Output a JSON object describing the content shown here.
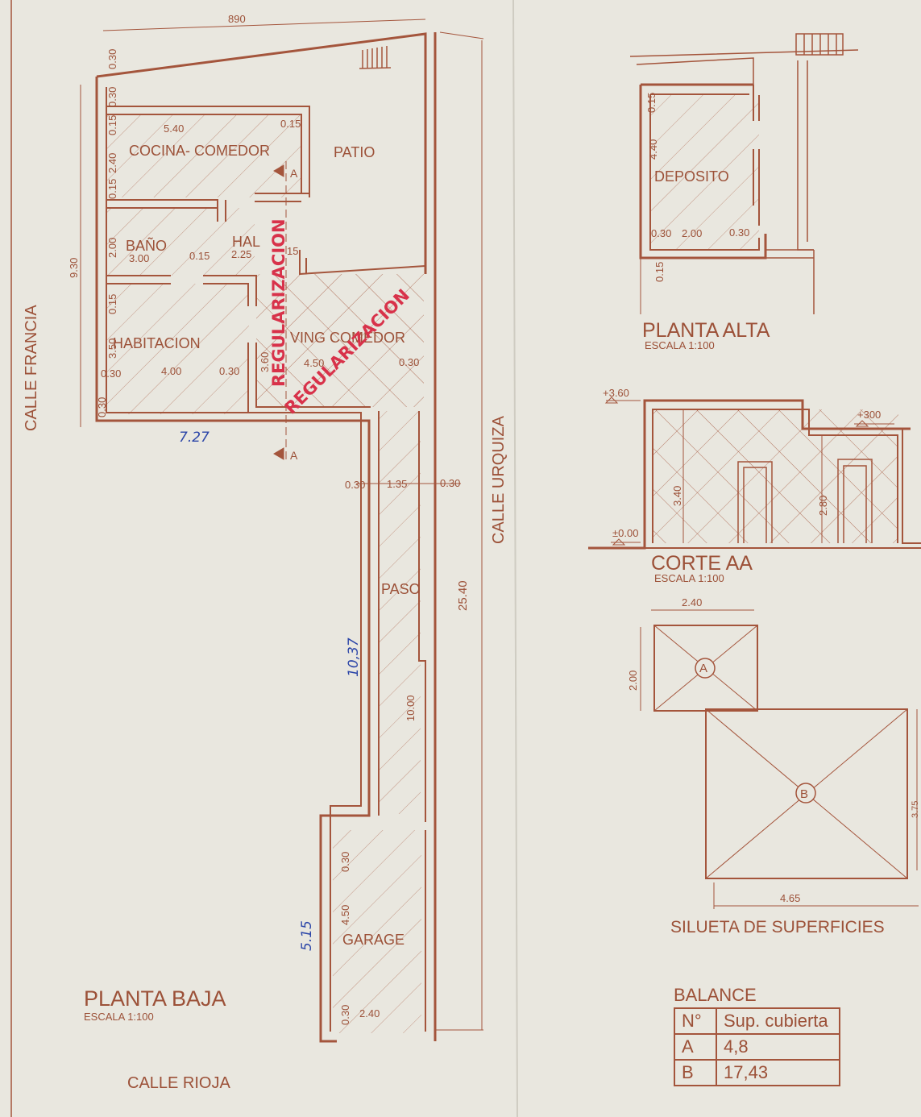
{
  "planta_baja": {
    "title": "PLANTA BAJA",
    "scale": "ESCALA 1:100",
    "rooms": {
      "cocina": "COCINA- COMEDOR",
      "patio": "PATIO",
      "bano": "BAÑO",
      "hall": "HAL",
      "habitacion": "HABITACION",
      "living": "VING COMEDOR",
      "paso": "PASO",
      "garage": "GARAGE"
    },
    "dims": {
      "top_width": "890",
      "d_030_a": "0.30",
      "d_030_b": "0.30",
      "d_015_a": "0.15",
      "d_240": "2.40",
      "d_015_b": "0.15",
      "d_540": "5.40",
      "d_015_c": "0.15",
      "d_200": "2.00",
      "d_300": "3.00",
      "d_015_d": "0.15",
      "d_225": "2.25",
      "d_015_e": "15",
      "d_015_f": "0.15",
      "d_350": "3.50",
      "d_030_c": "0.30",
      "d_400": "4.00",
      "d_030_d": "0.30",
      "d_030_e": "0.30",
      "d_360": "3.60",
      "d_450": "4.50",
      "d_030_f": "0.30",
      "left_total": "9.30",
      "paso_030_l": "0.30",
      "paso_135": "1.35",
      "paso_030_r": "0.30",
      "total_2540": "25.40",
      "paso_1000": "10.00",
      "garage_030": "0.30",
      "garage_450": "4.50",
      "garage_030_b": "0.30",
      "garage_240": "2.40"
    }
  },
  "streets": {
    "left": "CALLE FRANCIA",
    "right": "CALLE URQUIZA",
    "bottom": "CALLE RIOJA"
  },
  "stamps": {
    "vertical": "REGULARIZACION",
    "diagonal": "REGULARIZACION"
  },
  "handwritten": {
    "width_727": "7.27",
    "len_1037": "10,37",
    "len_515": "5.15"
  },
  "section_marks": {
    "a_top": "A",
    "a_bottom": "A"
  },
  "planta_alta": {
    "title": "PLANTA ALTA",
    "scale": "ESCALA 1:100",
    "room": "DEPOSITO",
    "dims": {
      "d_015_a": "0.15",
      "d_440": "4.40",
      "d_030_a": "0.30",
      "d_200": "2.00",
      "d_030_b": "0.30",
      "d_015_b": "0.15"
    }
  },
  "corte": {
    "title": "CORTE AA",
    "scale": "ESCALA 1:100",
    "levels": {
      "top": "+3.60",
      "mid": "+300",
      "zero": "±0.00"
    },
    "dims": {
      "h_340": "3.40",
      "h_280": "2.80"
    }
  },
  "silueta": {
    "title": "SILUETA DE SUPERFICIES",
    "a_label": "A",
    "b_label": "B",
    "a_width": "2.40",
    "a_height": "2.00",
    "b_width": "4.65",
    "b_height": "3.75"
  },
  "balance": {
    "title": "BALANCE",
    "headers": [
      "N°",
      "Sup. cubierta"
    ],
    "rows": [
      [
        "A",
        "4,8"
      ],
      [
        "B",
        "17,43"
      ]
    ]
  },
  "colors": {
    "ink": "#a4553c",
    "stamp": "#d8324a",
    "pen": "#2c46a8",
    "paper": "#e9e7df"
  }
}
